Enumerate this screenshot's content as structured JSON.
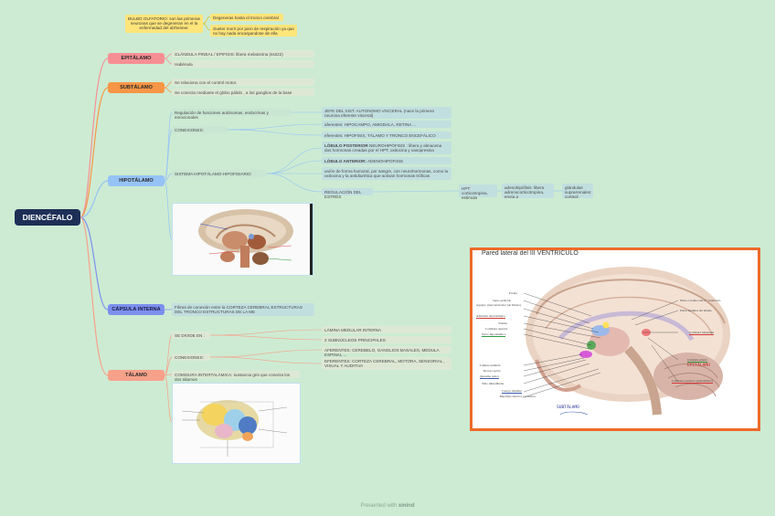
{
  "root": {
    "label": "DIENCÉFALO"
  },
  "top_notes": {
    "main": "BULBO OLFATORIO: son las primeras neuronas que se degeneran en el la enfermedad del alzheimer.",
    "side1": "Degeneras hasta el tronco cerebral",
    "side2": "Sueter morir por paro de respiración ya que no hay nada encargandose de ella"
  },
  "epitalamo": {
    "label": "EPITÁLAMO",
    "items": [
      "GLÁNDULA PINEAL / EPIFISIS: libera melatonina (ss222)",
      "Habénula"
    ]
  },
  "subtalamo": {
    "label": "SUBTÁLAMO",
    "items": [
      "Se relaciona con el control motor.",
      "Se conecta mediante el globo pálido , a los ganglios de la base"
    ]
  },
  "hipotalamo": {
    "label": "HIPOTÁLAMO",
    "regulacion": "Regulación de funciones autónomas, endocrinas y emocionales",
    "regulacion_sub": "JEFE DEL SIST. AUTONOMO VISCERAL (nace la primera neurona eferente visceral)",
    "conexiones": "CONEXIONES:",
    "aferentes": "aferentes: HIPOCAMPO, AMIGDALA, RETINA ...",
    "eferentes": "eferentes: HIPOFISIS, TÁLAMO Y TRONCO ENCEFÁLICO",
    "sistema": "SISTEMA HIPOTÁLAMO-HIPOFISIARIO",
    "lobulo_post_bold": "LÓBULO POSTERIOR",
    "lobulo_post_rest": "NEUROHIPÓFISIS : libera y almacena dos hormonas creadas por el HPT, oxitocina y vasopresina",
    "lobulo_ant_bold": "LÓBULO ANTERIOR:",
    "lobulo_ant_rest": "ADENOHIPOFISIS",
    "union": "unión de forma humoral, por sangre, con neurohormonas, como la oxitocina y la antidiurética que activan hormonas tróficas",
    "estres": "REGULACIÓN DEL ESTRÉS",
    "hpt": "HPT: corticotropina, estimula",
    "adeno": "adenohipófisis: libera adrenocorticotropina, envía a",
    "glandulas": "glándulas suprarrenales: cortisol"
  },
  "capsula": {
    "label": "CÁPSULA INTERNA",
    "item": "Fibras de conexión entre la CORTEZA CEREBRAL ESTRUCTURAS DEL TRONCO ESTRUCTURAS DE LA ME"
  },
  "talamo": {
    "label": "TÁLAMO",
    "divide": "SE DIVIDE EN :",
    "lamina": "LÁMINA MEDULAR INTERNA",
    "nucleos": "2 SUBNÚCLEOS PRINCIPALES",
    "conexiones": "CONEXIONES:",
    "aferentes": "AFERENTES: CEREBELO, GANGLIOS BASALES, MEDULA ESPINAL ...",
    "eferentes": "EFERENTES: CORTEZA CEREBRAL, MOTORA, SENSORIAL , VISUAL Y AUDITIVA",
    "comisura": "COMISURA INTERTALÁMICA: sustancia gris que conecta los dos tálamos"
  },
  "brain_panel": {
    "title": "Pared lateral del III VENTRÍCULO",
    "labels_left": [
      "Fórnix",
      "Septo pelúcido",
      "Agujero interventricular (de Monro)",
      "Adhesión intertalámica",
      "Tálamo",
      "Comisura anterior",
      "Surco hipotalámico",
      "Lámina terminal",
      "Receso óptico",
      "Quiasma óptico",
      "Tallo infundibular",
      "Cuerpo mamilar",
      "Hipófisis anterior y posterior"
    ],
    "labels_right": [
      "Plexo coroideo del 3.º ventrículo",
      "Estría medular del tálamo",
      "Comisura habenular",
      "Glándula pineal",
      "EPITÁLAMO",
      "Comisura posterior (epitalámica)"
    ],
    "handwritten": "SUBTÁLAMO"
  },
  "footer": {
    "prefix": "Presented with",
    "brand": "xmind"
  }
}
